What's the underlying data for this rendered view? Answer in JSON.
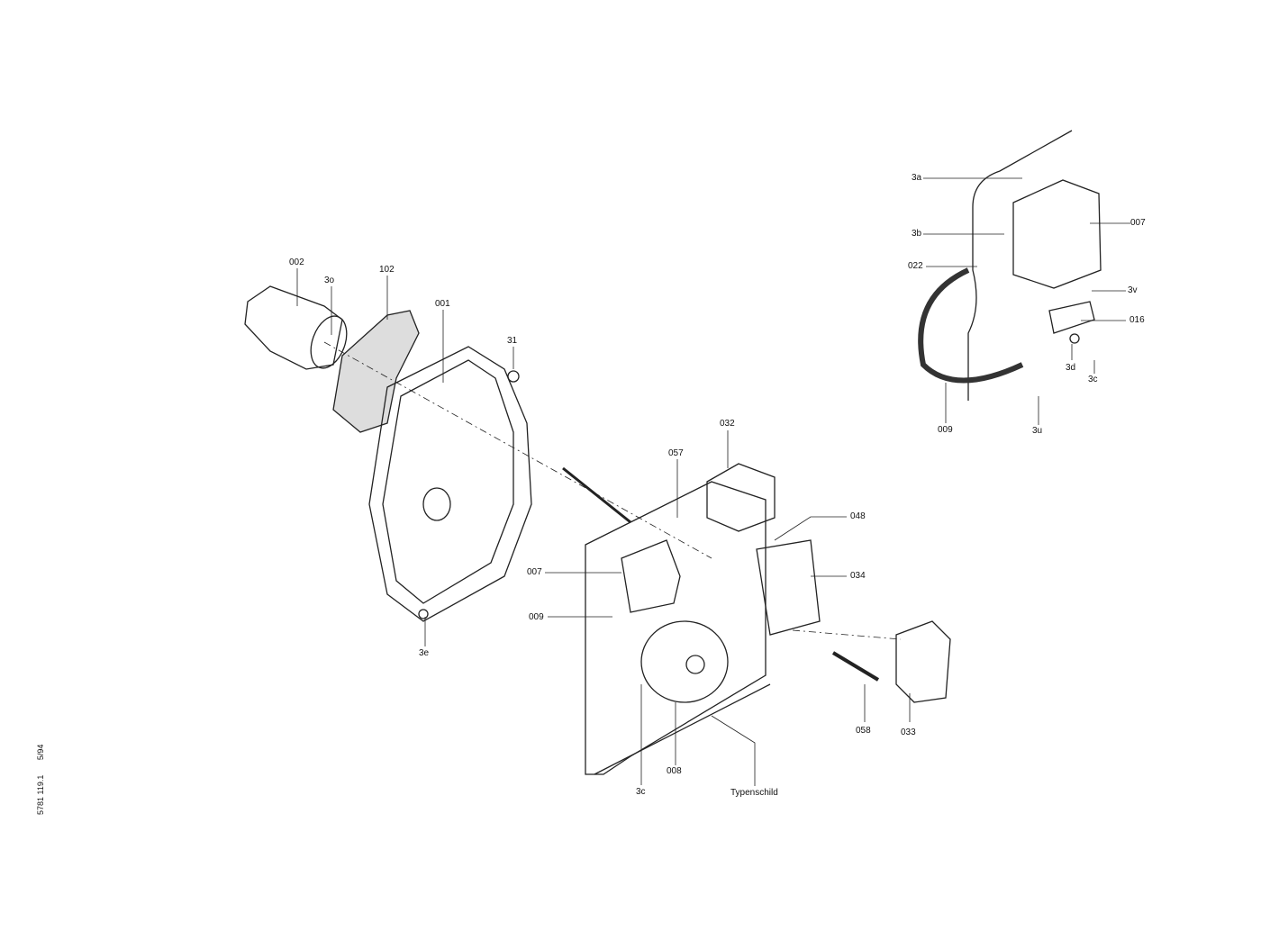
{
  "document_code": "5781 119.1",
  "document_date": "5/94",
  "main_assembly": {
    "labels": [
      "002",
      "3o",
      "102",
      "001",
      "31",
      "3e",
      "032",
      "057",
      "048",
      "007",
      "034",
      "009",
      "058",
      "033",
      "008",
      "3c",
      "Typenschild"
    ]
  },
  "inset_assembly": {
    "labels": [
      "3a",
      "007",
      "3b",
      "022",
      "3v",
      "016",
      "3d",
      "3c",
      "009",
      "3u"
    ]
  }
}
